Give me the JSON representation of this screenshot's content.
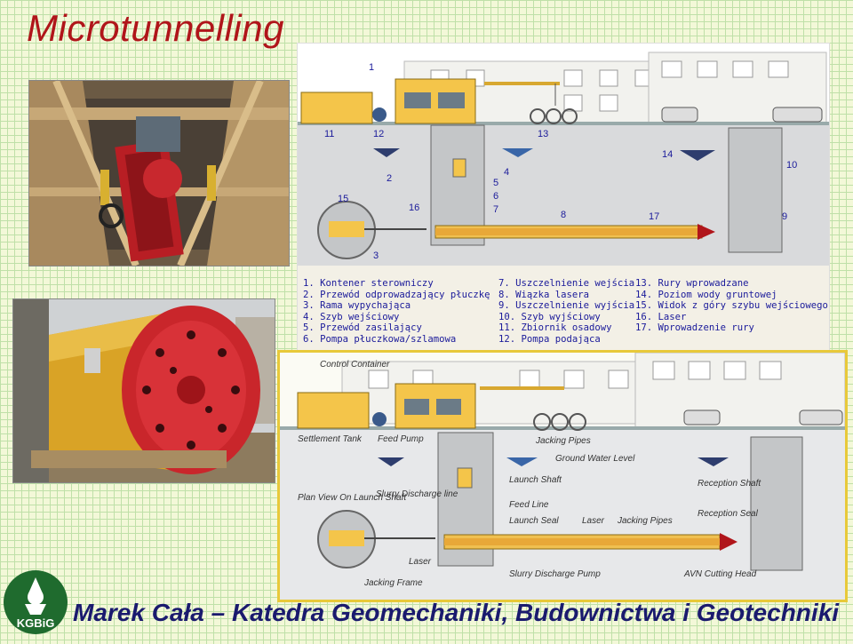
{
  "title": "Microtunnelling",
  "footer": "Marek Cała – Katedra Geomechaniki, Budownictwa i Geotechniki",
  "logo_text": "KGBiG",
  "colors": {
    "title": "#b0151a",
    "footer": "#1a1a6e",
    "legend_text": "#1a1a9a",
    "accent": "#e8c93a"
  },
  "diagram1": {
    "numbers": [
      "1",
      "2",
      "3",
      "4",
      "5",
      "6",
      "7",
      "8",
      "9",
      "10",
      "11",
      "12",
      "13",
      "14",
      "15",
      "16",
      "17"
    ],
    "legend": {
      "col1": [
        "1. Kontener sterowniczy",
        "2. Przewód odprowadzający płuczkę",
        "3. Rama wypychająca",
        "4. Szyb wejściowy",
        "5. Przewód zasilający",
        "6. Pompa płuczkowa/szlamowa"
      ],
      "col2": [
        "7. Uszczelnienie wejścia",
        "8. Wiązka lasera",
        "9. Uszczelnienie wyjścia",
        "10. Szyb wyjściowy",
        "11. Zbiornik osadowy",
        "12. Pompa podająca"
      ],
      "col3": [
        "13. Rury wprowadzane",
        "14. Poziom wody gruntowej",
        "15. Widok z góry szybu wejściowego",
        "16. Laser",
        "17. Wprowadzenie rury"
      ]
    }
  },
  "diagram2": {
    "labels": {
      "control_container": "Control Container",
      "settlement_tank": "Settlement Tank",
      "feed_pump": "Feed Pump",
      "jacking_pipes_top": "Jacking Pipes",
      "ground_water": "Ground Water Level",
      "launch_shaft": "Launch Shaft",
      "slurry_discharge_line": "Slurry Discharge line",
      "plan_view": "Plan View On Launch Shaft",
      "feed_line": "Feed Line",
      "launch_seal": "Launch Seal",
      "laser_mid": "Laser",
      "jacking_pipes_mid": "Jacking Pipes",
      "reception_shaft": "Reception Shaft",
      "reception_seal": "Reception Seal",
      "laser_low": "Laser",
      "jacking_frame": "Jacking Frame",
      "slurry_pump": "Slurry Discharge Pump",
      "avn_head": "AVN Cutting Head"
    }
  }
}
